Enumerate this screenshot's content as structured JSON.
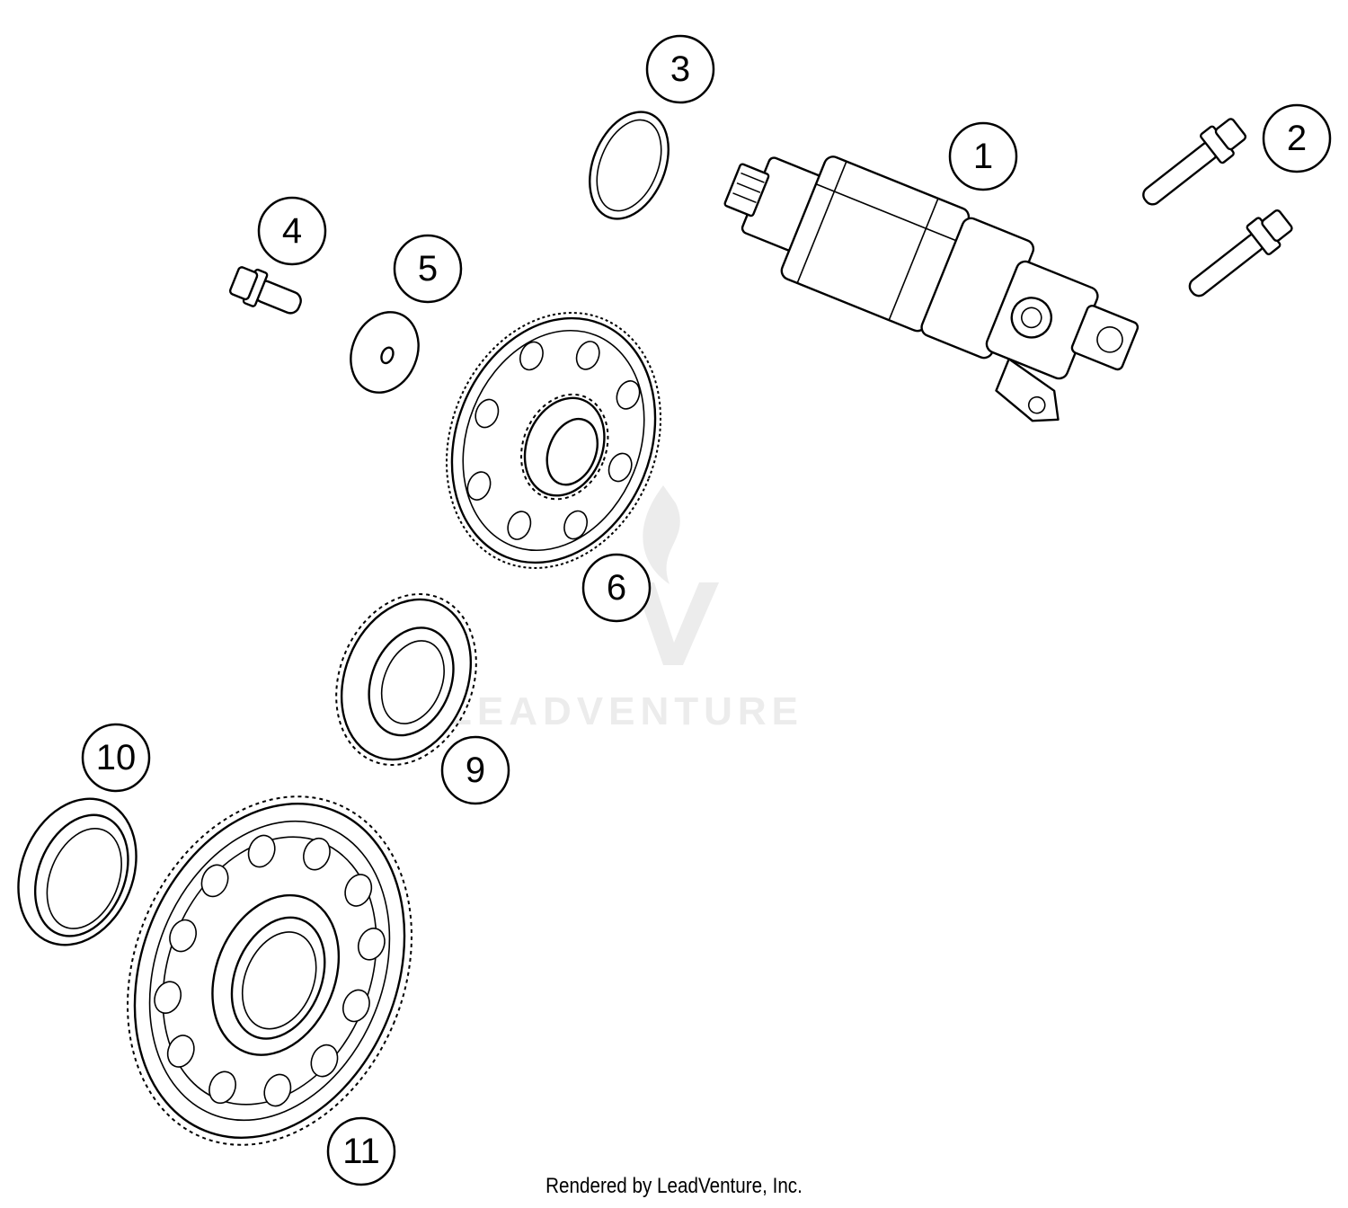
{
  "callouts": [
    {
      "id": "1",
      "label": "1"
    },
    {
      "id": "2",
      "label": "2"
    },
    {
      "id": "3",
      "label": "3"
    },
    {
      "id": "4",
      "label": "4"
    },
    {
      "id": "5",
      "label": "5"
    },
    {
      "id": "6",
      "label": "6"
    },
    {
      "id": "9",
      "label": "9"
    },
    {
      "id": "10",
      "label": "10"
    },
    {
      "id": "11",
      "label": "11"
    }
  ],
  "watermark": {
    "text": "LEADVENTURE"
  },
  "footer": {
    "text": "Rendered by LeadVenture, Inc."
  }
}
